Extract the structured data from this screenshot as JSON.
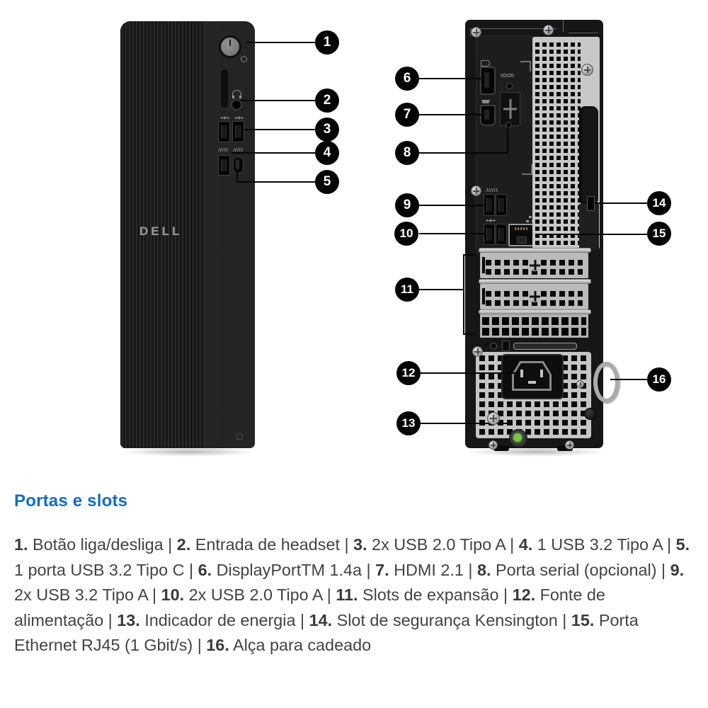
{
  "heading": {
    "text": "Portas e slots",
    "color": "#0d6ec4"
  },
  "legend": {
    "separator": " | ",
    "items": [
      {
        "num": "1.",
        "label": "Botão liga/desliga"
      },
      {
        "num": "2.",
        "label": "Entrada de headset"
      },
      {
        "num": "3.",
        "label": "2x USB 2.0 Tipo A"
      },
      {
        "num": "4.",
        "label": "1 USB 3.2 Tipo A"
      },
      {
        "num": "5.",
        "label": "1 porta USB 3.2 Tipo C"
      },
      {
        "num": "6.",
        "label": "DisplayPortTM 1.4a"
      },
      {
        "num": "7.",
        "label": "HDMI 2.1"
      },
      {
        "num": "8.",
        "label": "Porta serial (opcional)"
      },
      {
        "num": "9.",
        "label": "2x USB 3.2 Tipo A"
      },
      {
        "num": "10.",
        "label": "2x USB 2.0 Tipo A"
      },
      {
        "num": "11.",
        "label": "Slots de expansão"
      },
      {
        "num": "12.",
        "label": "Fonte de alimentação"
      },
      {
        "num": "13.",
        "label": "Indicador de energia"
      },
      {
        "num": "14.",
        "label": "Slot de segurança Kensington"
      },
      {
        "num": "15.",
        "label": "Porta Ethernet RJ45 (1 Gbit/s)"
      },
      {
        "num": "16.",
        "label": "Alça para cadeado"
      }
    ]
  },
  "callouts": [
    "1",
    "2",
    "3",
    "4",
    "5",
    "6",
    "7",
    "8",
    "9",
    "10",
    "11",
    "12",
    "13",
    "14",
    "15",
    "16"
  ],
  "device": {
    "brand": "DELL",
    "serial_marking": "IOIOI",
    "colors": {
      "case": "#1c1c1e",
      "panel_silver": "#c6c8ca",
      "power_led": "#7ac143",
      "callout": "#040404"
    }
  }
}
